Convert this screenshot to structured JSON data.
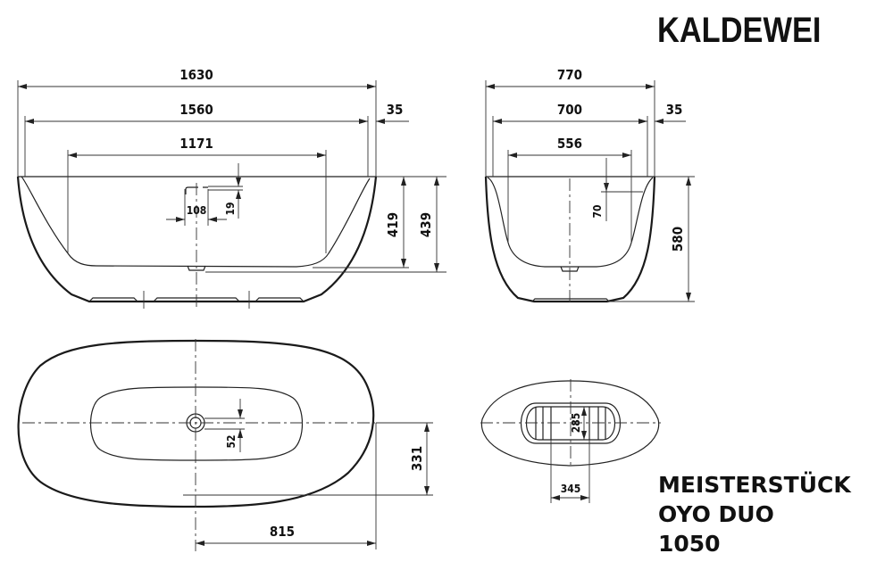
{
  "brand": "KALDEWEI",
  "product": {
    "series": "MEISTERSTÜCK",
    "model": "OYO DUO",
    "number": "1050"
  },
  "dimensions": {
    "front": {
      "overall_length": "1630",
      "rim_inner_length": "1560",
      "rim_width": "35",
      "bottom_length": "1171",
      "overflow_width": "108",
      "overflow_offset": "19",
      "inner_depth": "419",
      "depth_to_drain": "439"
    },
    "side": {
      "overall_width": "770",
      "rim_inner_width": "700",
      "rim_width": "35",
      "bottom_width": "556",
      "overflow_depth": "70",
      "height": "580"
    },
    "top": {
      "drain_offset": "52",
      "half_width": "331",
      "half_length": "815"
    },
    "foot": {
      "foot_depth": "285",
      "foot_width": "345"
    }
  }
}
